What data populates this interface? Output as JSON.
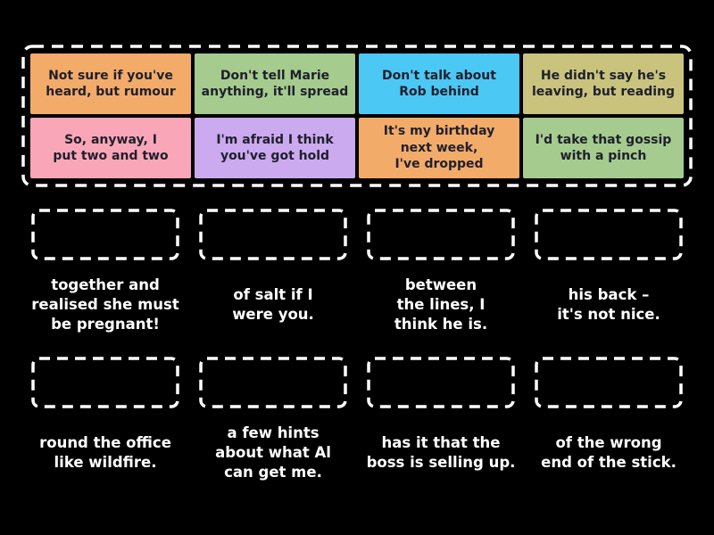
{
  "colors": {
    "background": "#000000",
    "tile_text": "#1F1F2B",
    "caption_text": "#FFFFFF",
    "dashed_border": "#FFFFFF",
    "orange": "#F2AB69",
    "green": "#A5CB8F",
    "blue": "#4CC8F5",
    "khaki": "#C9C37D",
    "pink": "#F9A7B8",
    "purple": "#CBAAEF"
  },
  "pool": {
    "tiles": [
      {
        "text": "Not sure if you've\nheard, but rumour",
        "color": "#F2AB69"
      },
      {
        "text": "Don't tell Marie\nanything, it'll spread",
        "color": "#A5CB8F"
      },
      {
        "text": "Don't talk about\nRob behind",
        "color": "#4CC8F5"
      },
      {
        "text": "He didn't say he's\nleaving, but reading",
        "color": "#C9C37D"
      },
      {
        "text": "So, anyway, I\nput two and two",
        "color": "#F9A7B8"
      },
      {
        "text": "I'm afraid I think\nyou've got hold",
        "color": "#CBAAEF"
      },
      {
        "text": "It's my birthday\nnext week,\nI've dropped",
        "color": "#F2AB69"
      },
      {
        "text": "I'd take that gossip\nwith a pinch",
        "color": "#A5CB8F"
      }
    ]
  },
  "answers": {
    "row1": [
      {
        "text": "together and\nrealised she must\nbe pregnant!"
      },
      {
        "text": "of salt if I\nwere you."
      },
      {
        "text": "between\nthe lines, I\nthink he is."
      },
      {
        "text": "his back –\nit's not nice."
      }
    ],
    "row2": [
      {
        "text": "round the office\nlike wildfire."
      },
      {
        "text": "a few hints\nabout what Al\ncan get me."
      },
      {
        "text": "has it that the\nboss is selling up."
      },
      {
        "text": "of the wrong\nend of the stick."
      }
    ]
  }
}
